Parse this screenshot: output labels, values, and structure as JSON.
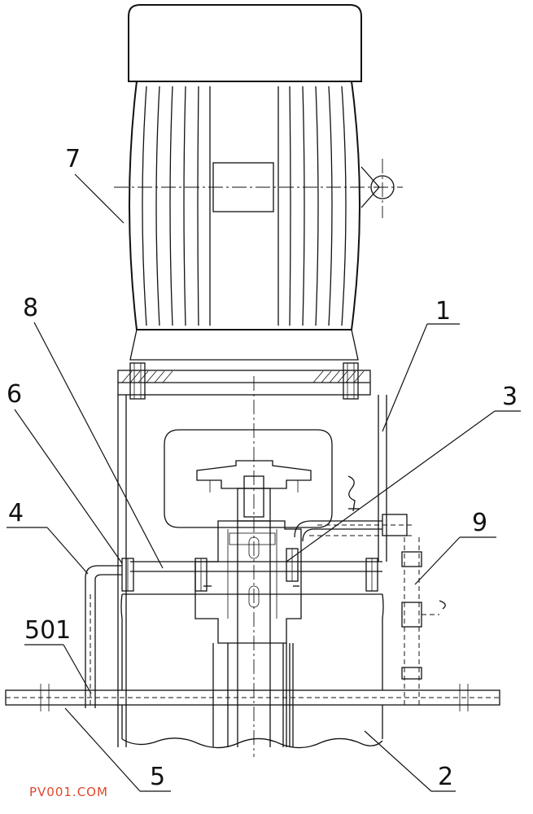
{
  "labels": {
    "n1": "1",
    "n2": "2",
    "n3": "3",
    "n4": "4",
    "n5": "5",
    "n501": "501",
    "n6": "6",
    "n7": "7",
    "n8": "8",
    "n9": "9"
  },
  "watermark": "PV001.COM"
}
